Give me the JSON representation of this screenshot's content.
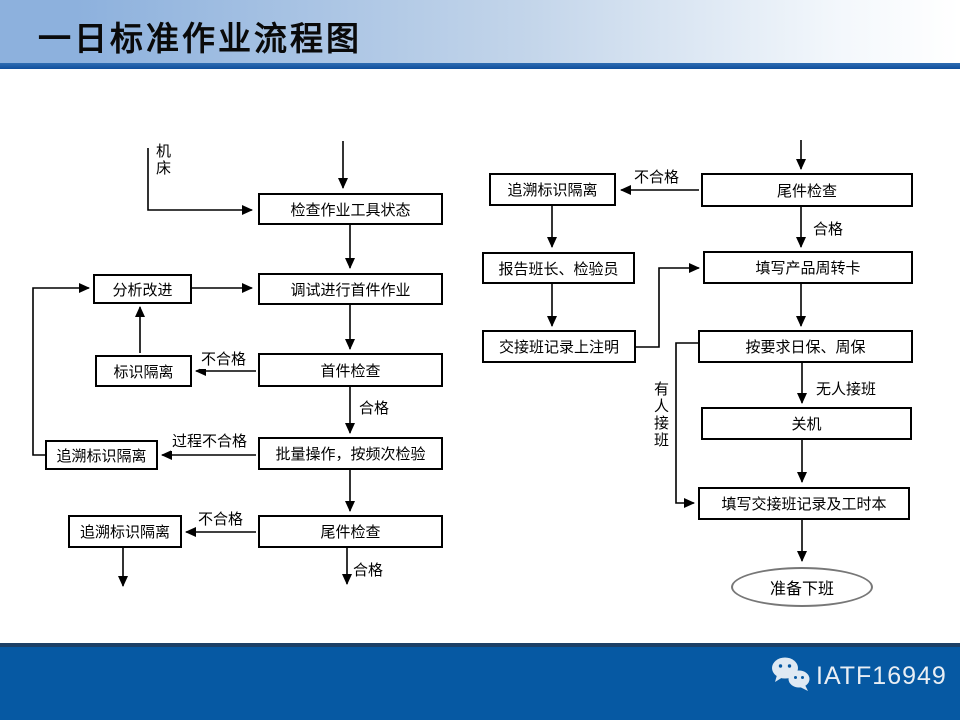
{
  "slide": {
    "title": "一日标准作业流程图",
    "colors": {
      "header_blue": "#8db1dd",
      "rule_blue": "#0f4f9c",
      "footer_blue": "#0659a3",
      "line_black": "#000000"
    }
  },
  "flow_left": {
    "machine": "机床",
    "check_tools": "检查作业工具状态",
    "debug_first_piece": "调试进行首件作业",
    "analyze_improve": "分析改进",
    "mark_isolate": "标识隔离",
    "first_piece_inspect": "首件检查",
    "batch_operate": "批量操作，按频次检验",
    "trace_mark_isolate_a": "追溯标识隔离",
    "tail_piece_inspect": "尾件检查",
    "trace_mark_isolate_b": "追溯标识隔离",
    "lbl_fail_first": "不合格",
    "lbl_pass_first": "合格",
    "lbl_process_fail": "过程不合格",
    "lbl_fail_tail": "不合格",
    "lbl_pass_tail": "合格"
  },
  "flow_right": {
    "tail_piece_inspect": "尾件检查",
    "trace_mark_isolate": "追溯标识隔离",
    "report_leader_inspector": "报告班长、检验员",
    "note_on_handover_record": "交接班记录上注明",
    "fill_product_turnover_card": "填写产品周转卡",
    "daily_weekly_maintenance": "按要求日保、周保",
    "shutdown": "关机",
    "fill_handover_record_timebook": "填写交接班记录及工时本",
    "prepare_off_duty": "准备下班",
    "lbl_fail": "不合格",
    "lbl_pass": "合格",
    "lbl_no_takeover": "无人接班",
    "lbl_takeover": "有人接班"
  },
  "footer": {
    "brand": "IATF16949",
    "icon": "wechat-icon"
  }
}
